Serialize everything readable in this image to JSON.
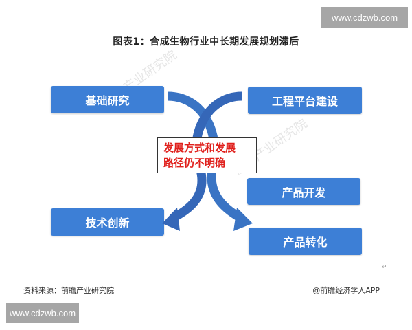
{
  "watermarks": {
    "top_right": "www.cdzwb.com",
    "bottom_left": "www.cdzwb.com"
  },
  "title": "图表1：合成生物行业中长期发展规划滞后",
  "diagram": {
    "left_top": "基础研究",
    "right_top": "工程平台建设",
    "left_bottom": "技术创新",
    "right_middle": "产品开发",
    "right_bottom": "产品转化",
    "center_line1": "发展方式和发展",
    "center_line2": "路径仍不明确",
    "box_color": "#3d7fd6",
    "center_text_color": "#e0201c"
  },
  "footer": {
    "source": "资料来源：前瞻产业研究院",
    "credit": "@前瞻经济学人APP",
    "para_mark": "↵"
  },
  "faint_watermark": "前瞻产业研究院"
}
